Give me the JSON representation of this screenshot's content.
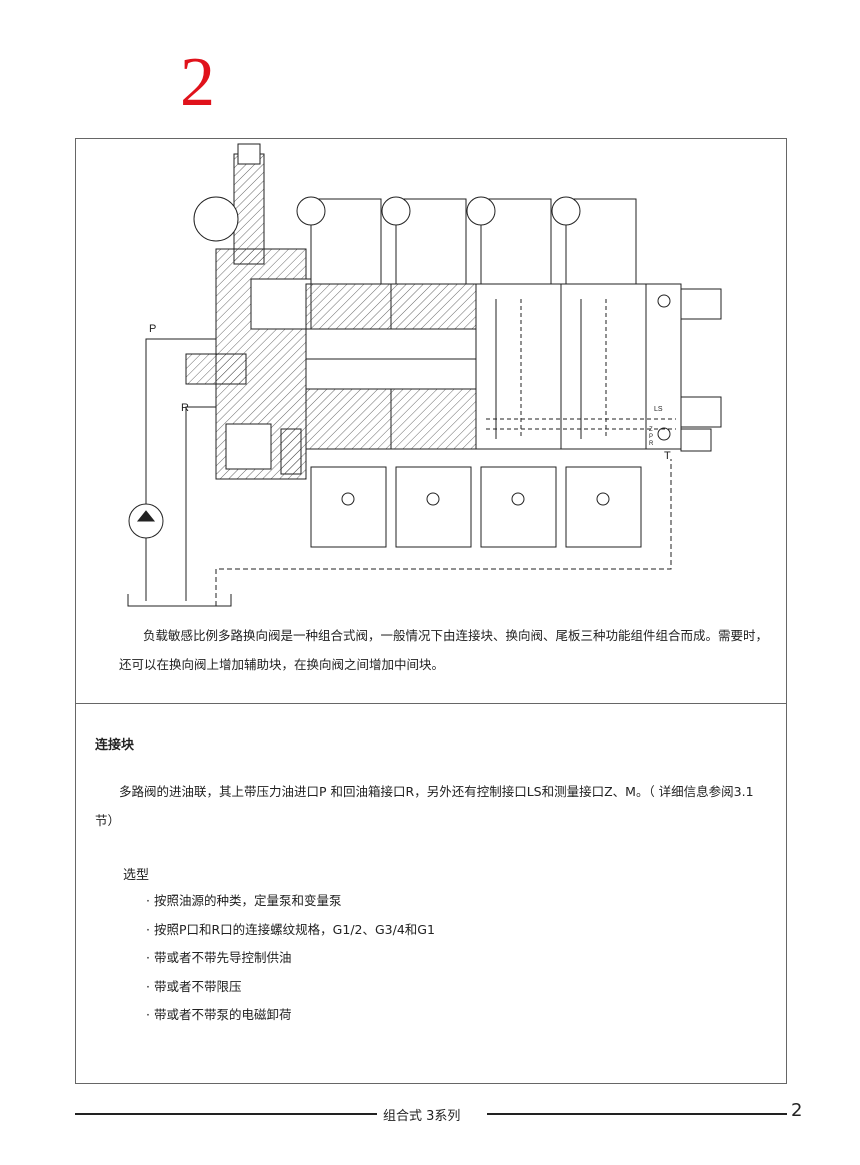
{
  "chapter_number": "2",
  "diagram": {
    "labels": {
      "p": "P",
      "r": "R",
      "ls": "LS",
      "z": "Z",
      "p_small": "P",
      "r_small": "R",
      "t": "T"
    }
  },
  "intro": "负载敏感比例多路换向阀是一种组合式阀，一般情况下由连接块、换向阀、尾板三种功能组件组合而成。需要时，还可以在换向阀上增加辅助块，在换向阀之间增加中间块。",
  "section": {
    "heading": "连接块",
    "body": "多路阀的进油联，其上带压力油进口P 和回油箱接口R，另外还有控制接口LS和测量接口Z、M。（ 详细信息参阅3.1 节）",
    "selection_label": "选型",
    "options": [
      "按照油源的种类，定量泵和变量泵",
      "按照P口和R口的连接螺纹规格，G1/2、G3/4和G1",
      "带或者不带先导控制供油",
      "带或者不带限压",
      "带或者不带泵的电磁卸荷"
    ]
  },
  "footer": {
    "title": "组合式 3系列",
    "page": "2"
  }
}
